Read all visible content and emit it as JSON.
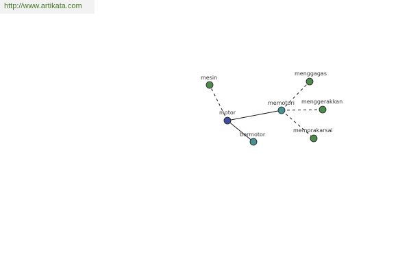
{
  "header": {
    "url": "http://www.artikata.com"
  },
  "graph": {
    "colors": {
      "center": "#3f4f9a",
      "primary": "#4a8f8f",
      "leaf": "#4e8a4e",
      "edge": "#1a1a1a",
      "stroke": "#222222"
    },
    "nodes": [
      {
        "id": "motor",
        "label": "motor",
        "kind": "center"
      },
      {
        "id": "mesin",
        "label": "mesin",
        "kind": "leaf"
      },
      {
        "id": "bermotor",
        "label": "bermotor",
        "kind": "primary"
      },
      {
        "id": "memotori",
        "label": "memotori",
        "kind": "primary"
      },
      {
        "id": "menggagas",
        "label": "menggagas",
        "kind": "leaf"
      },
      {
        "id": "menggerakkan",
        "label": "menggerakkan",
        "kind": "leaf"
      },
      {
        "id": "memprakarsai",
        "label": "memprakarsai",
        "kind": "leaf"
      }
    ],
    "edges": [
      {
        "from": "motor",
        "to": "mesin",
        "style": "dashed"
      },
      {
        "from": "motor",
        "to": "bermotor",
        "style": "solid"
      },
      {
        "from": "motor",
        "to": "memotori",
        "style": "solid"
      },
      {
        "from": "memotori",
        "to": "menggagas",
        "style": "dashed"
      },
      {
        "from": "memotori",
        "to": "menggerakkan",
        "style": "dashed"
      },
      {
        "from": "memotori",
        "to": "memprakarsai",
        "style": "dashed"
      }
    ]
  }
}
